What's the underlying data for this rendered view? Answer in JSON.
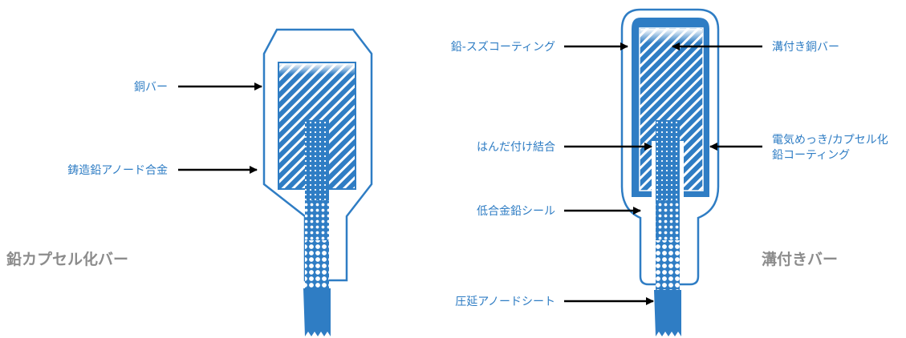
{
  "colors": {
    "accent": "#2f7dc4",
    "label": "#2f7dc4",
    "caption": "#8c8c8c",
    "arrow": "#000000"
  },
  "left_diagram": {
    "caption": "鉛カプセル化バー",
    "labels": {
      "copper_bar": "銅バー",
      "cast_lead_anode_alloy": "鋳造鉛アノード合金"
    }
  },
  "right_diagram": {
    "caption": "溝付きバー",
    "labels": {
      "lead_tin_coating": "鉛-スズコーティング",
      "grooved_copper_bar": "溝付き銅バー",
      "soldered_joint": "はんだ付け結合",
      "electroplated_coating_line1": "電気めっき/カプセル化",
      "electroplated_coating_line2": "鉛コーティング",
      "low_alloy_lead_seal": "低合金鉛シール",
      "rolled_anode_sheet": "圧延アノードシート"
    }
  }
}
